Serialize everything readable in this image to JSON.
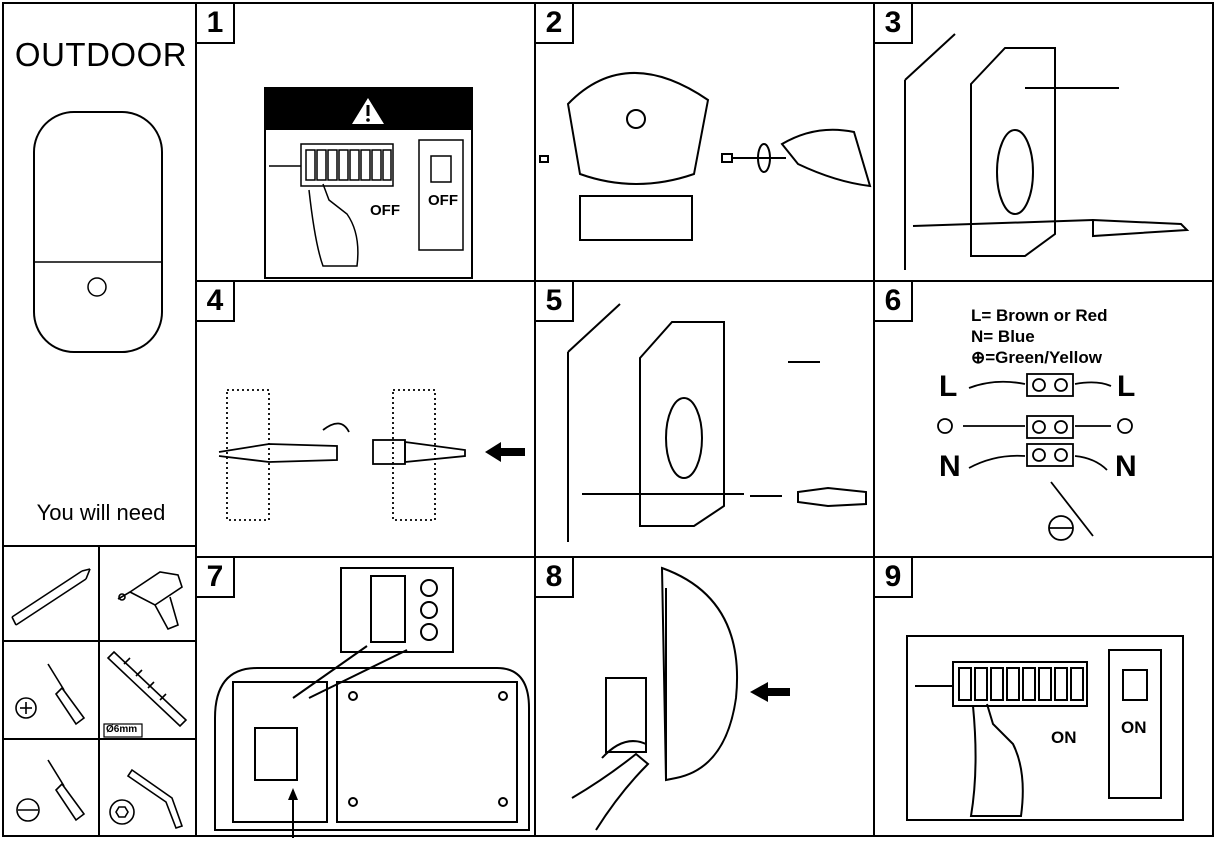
{
  "sheet": {
    "title": "OUTDOOR",
    "you_will_need": "You will need"
  },
  "steps": [
    {
      "num": "1"
    },
    {
      "num": "2"
    },
    {
      "num": "3"
    },
    {
      "num": "4"
    },
    {
      "num": "5"
    },
    {
      "num": "6"
    },
    {
      "num": "7"
    },
    {
      "num": "8"
    },
    {
      "num": "9"
    }
  ],
  "step1": {
    "breaker_label": "OFF",
    "switch_label": "OFF"
  },
  "step6": {
    "legend": [
      "L= Brown or Red",
      "N= Blue",
      "⊕=Green/Yellow"
    ],
    "left_L": "L",
    "right_L": "L",
    "left_N": "N",
    "right_N": "N"
  },
  "step9": {
    "breaker_label": "ON",
    "switch_label": "ON"
  },
  "tools": {
    "drill_bit_size": "Ø6mm"
  }
}
